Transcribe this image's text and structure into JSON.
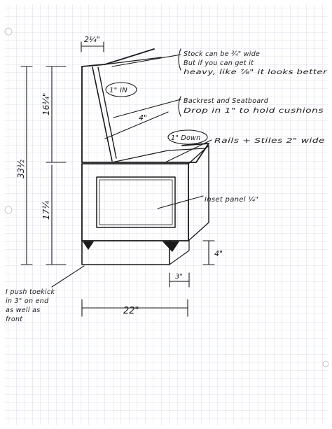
{
  "dimensions": {
    "backrest_thickness": "2¼\"",
    "top_section": "16¼\"",
    "overall_height": "33½",
    "seat_height": "17¼",
    "depth_to_back": "4\"",
    "toekick_height": "4\"",
    "toekick_depth": "3\"",
    "overall_width": "22\""
  },
  "labels": {
    "one_inch_in": "1\" IN",
    "one_inch_down": "1\" Down",
    "stock_line1": "Stock can be ¾\" wide",
    "stock_line2": "But if you can get it",
    "stock_line3": "heavy, like ⅞\" it looks better",
    "backrest_line1": "Backrest and Seatboard",
    "backrest_line2": "Drop in 1\" to hold cushions",
    "rails": "Rails + Stiles 2\" wide",
    "inset": "Inset panel ¼\"",
    "toekick_line1": "I push toekick",
    "toekick_line2": "in 3\" on end",
    "toekick_line3": "as well as",
    "toekick_line4": "front"
  },
  "colors": {
    "grid": "#b9c6dc",
    "ink": "#1a1a1a",
    "paper": "#ffffff"
  }
}
